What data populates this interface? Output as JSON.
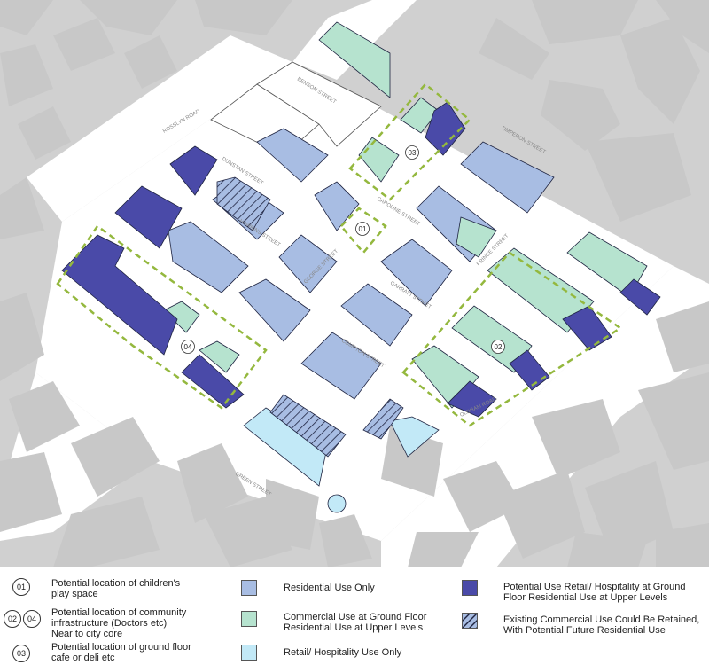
{
  "colors": {
    "background": "#d0d0d0",
    "street": "#ffffff",
    "context_building": "#c8c8c8",
    "residential": "#a8bde3",
    "commercial": "#b6e3cf",
    "retail": "#c2e9f7",
    "retail_hospitality_ground": "#4a4aa8",
    "existing_commercial": "#a8bde3",
    "retained_white": "#ffffff",
    "boundary_dash": "#94b83e",
    "outline": "#1e2340"
  },
  "map": {
    "street_names": {
      "s1": "BENSON STREET",
      "s2": "ROSSLYN ROAD",
      "s3": "DUNSTAN STREET",
      "s4": "HAWKINS STREET",
      "s5": "TIMPERON STREET",
      "s6": "CAROLINE STREET",
      "s7": "OLDHAM ROAD",
      "s8": "GEORGE STREET",
      "s9": "PRINCE STREET",
      "s10": "COMPTON STREET",
      "s11": "GREEN STREET",
      "s12": "GARRATT STREET"
    },
    "markers": [
      {
        "id": "m01",
        "label": "01"
      },
      {
        "id": "m02",
        "label": "02"
      },
      {
        "id": "m03",
        "label": "03"
      },
      {
        "id": "m04",
        "label": "04"
      }
    ]
  },
  "legend": {
    "numbered": [
      {
        "markers": [
          "01"
        ],
        "text_lines": [
          "Potential location of children's",
          "play space"
        ]
      },
      {
        "markers": [
          "02",
          "04"
        ],
        "text_lines": [
          "Potential location of community",
          "infrastructure (Doctors etc)",
          "Near to city core"
        ]
      },
      {
        "markers": [
          "03"
        ],
        "text_lines": [
          "Potential location of ground floor",
          "cafe or deli etc"
        ]
      }
    ],
    "uses": [
      {
        "key": "residential",
        "text_lines": [
          "Residential Use Only"
        ]
      },
      {
        "key": "commercial",
        "text_lines": [
          "Commercial Use at Ground Floor",
          "Residential Use at Upper Levels"
        ]
      },
      {
        "key": "retail",
        "text_lines": [
          "Retail/ Hospitality Use Only"
        ]
      },
      {
        "key": "retail_hospitality_ground",
        "text_lines": [
          "Potential Use Retail/ Hospitality at Ground",
          "Floor Residential Use at Upper Levels"
        ]
      },
      {
        "key": "existing_commercial",
        "text_lines": [
          "Existing Commercial Use Could Be Retained,",
          "With Potential Future Residential Use"
        ]
      }
    ]
  }
}
